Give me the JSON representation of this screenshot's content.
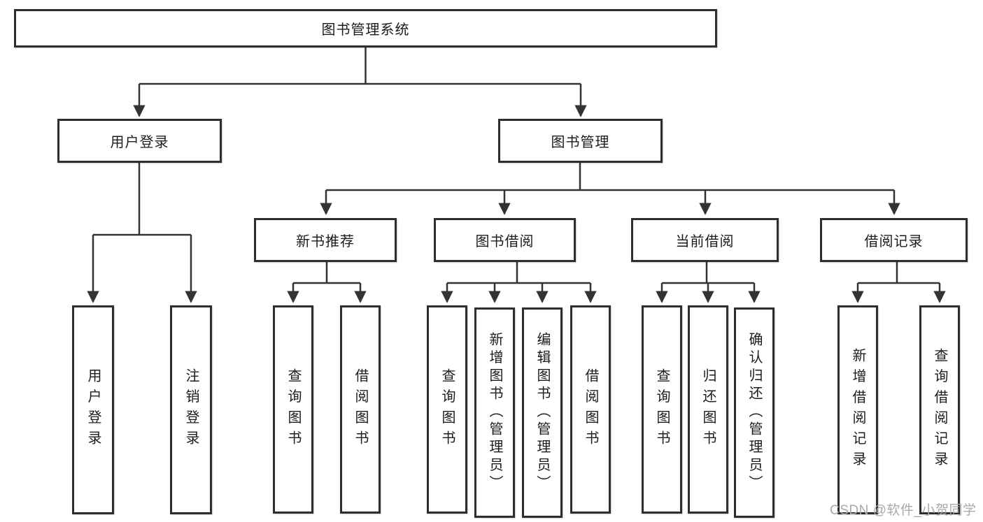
{
  "diagram": {
    "root": "图书管理系统",
    "user_login_branch": {
      "label": "用户登录",
      "children": [
        "用户登录",
        "注销登录"
      ]
    },
    "book_mgmt_branch": {
      "label": "图书管理",
      "sections": [
        {
          "label": "新书推荐",
          "children": [
            "查询图书",
            "借阅图书"
          ]
        },
        {
          "label": "图书借阅",
          "children": [
            "查询图书",
            "新增图书（管理员）",
            "编辑图书（管理员）",
            "借阅图书"
          ]
        },
        {
          "label": "当前借阅",
          "children": [
            "查询图书",
            "归还图书",
            "确认归还（管理员）"
          ]
        },
        {
          "label": "借阅记录",
          "children": [
            "新增借阅记录",
            "查询借阅记录"
          ]
        }
      ]
    },
    "watermark": "CSDN @软件_小贺同学",
    "colors": {
      "line": "#333333",
      "box_border": "#2e2e2e",
      "text": "#1c1c1c",
      "watermark": "#a9a9a9"
    }
  }
}
